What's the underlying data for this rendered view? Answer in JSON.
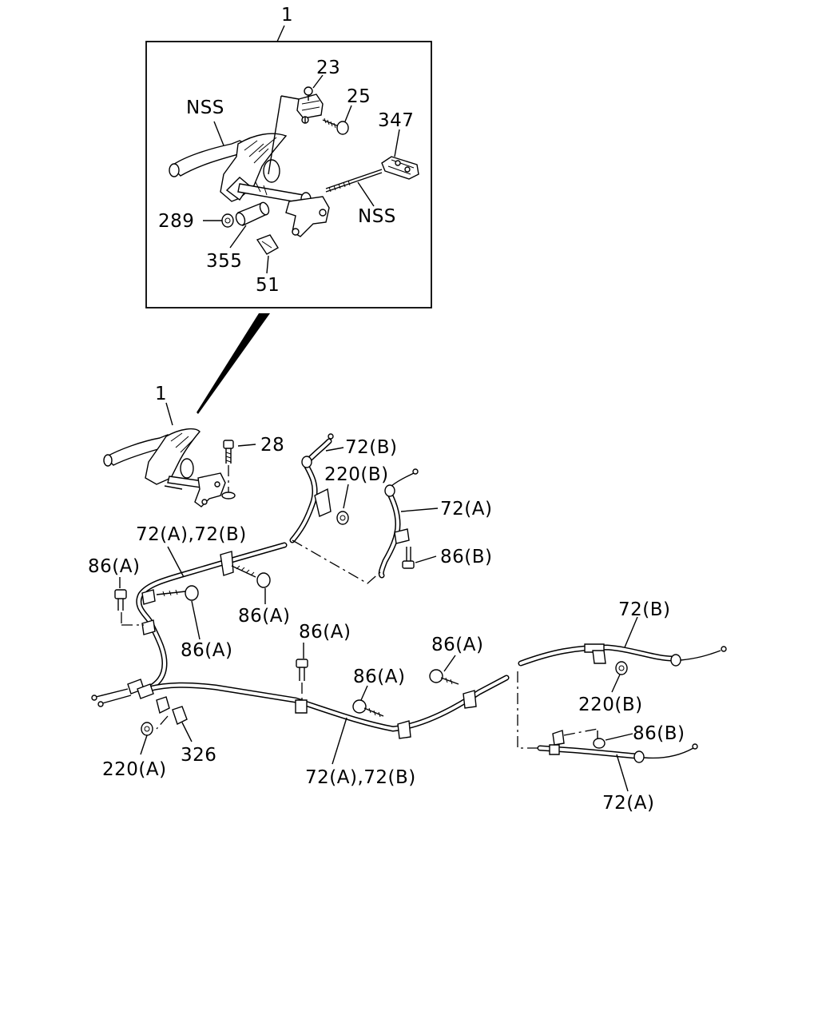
{
  "diagram": {
    "detail_box": {
      "callout": "1",
      "labels": {
        "l23": "23",
        "l25": "25",
        "l347": "347",
        "nss_lever": "NSS",
        "nss_rod": "NSS",
        "l289": "289",
        "l355": "355",
        "l51": "51"
      }
    },
    "main": {
      "labels": {
        "l1": "1",
        "l28": "28",
        "l72b_top": "72(B)",
        "l220b_top": "220(B)",
        "l72a_right": "72(A)",
        "l86b_upper": "86(B)",
        "l72ab_upper": "72(A),72(B)",
        "l86a_left": "86(A)",
        "l86a_mid": "86(A)",
        "l86a_lower": "86(A)",
        "l86a_c1": "86(A)",
        "l86a_c2": "86(A)",
        "l86a_c3": "86(A)",
        "l72b_right": "72(B)",
        "l220b_right": "220(B)",
        "l86b_right": "86(B)",
        "l72a_bottom_right": "72(A)",
        "l72ab_bottom": "72(A),72(B)",
        "l220a": "220(A)",
        "l326": "326"
      }
    }
  }
}
